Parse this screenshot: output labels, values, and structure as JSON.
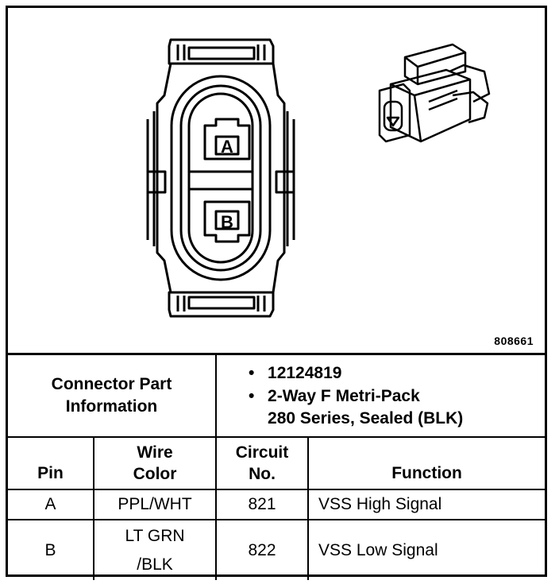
{
  "figure": {
    "id_label": "808661",
    "pin_labels": [
      "A",
      "B"
    ]
  },
  "connector_info": {
    "heading": "Connector Part Information",
    "part_number": "12124819",
    "description_line1": "2-Way F Metri-Pack",
    "description_line2": "280 Series, Sealed (BLK)"
  },
  "table": {
    "headers": {
      "pin": "Pin",
      "wire_color_line1": "Wire",
      "wire_color_line2": "Color",
      "circuit_line1": "Circuit",
      "circuit_line2": "No.",
      "function": "Function"
    },
    "rows": [
      {
        "pin": "A",
        "wire_color": "PPL/WHT",
        "circuit": "821",
        "function": "VSS High Signal"
      },
      {
        "pin": "B",
        "wire_color_line1": "LT GRN",
        "wire_color_line2": "/BLK",
        "circuit": "822",
        "function": "VSS Low Signal"
      }
    ]
  }
}
